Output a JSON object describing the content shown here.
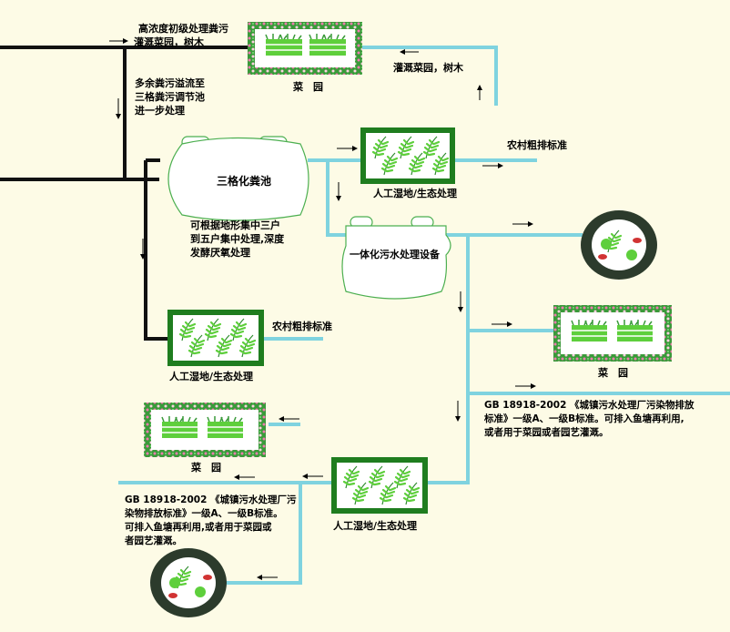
{
  "labels": {
    "top_inlet": "高浓度初级处理粪污",
    "top_inlet2": "灌溉菜园，树木",
    "top_right": "灌溉菜园，树木",
    "overflow": [
      "多余粪污溢流至",
      "三格粪污调节池",
      "进一步处理"
    ],
    "septic_tank": "三格化粪池",
    "septic_note": [
      "可根据地形集中三户",
      "到五户集中处理,深度",
      "发酵厌氧处理"
    ],
    "garden": "菜　园",
    "wetland": "人工湿地/生态处理",
    "rural_standard": "农村粗排标准",
    "integrated_unit": "一体化污水处理设备",
    "gb_note_right": [
      "GB 18918-2002 《城镇污水处理厂污染物排放",
      "标准》一级A、一级B标准。可排入鱼塘再利用,",
      "或者用于菜园或者园艺灌溉。"
    ],
    "gb_note_left": [
      "GB 18918-2002 《城镇污水处理厂污",
      "染物排放标准》一级A、一级B标准。",
      "可排入鱼塘再利用,或者用于菜园或",
      "者园艺灌溉。"
    ]
  },
  "colors": {
    "pipe_black": "#111111",
    "pipe_water": "#7fd3df",
    "plant_green": "#5ecf3c",
    "frame_green": "#2e7d2e",
    "tank_fill": "#ffffff",
    "tank_stroke": "#4caf50"
  }
}
